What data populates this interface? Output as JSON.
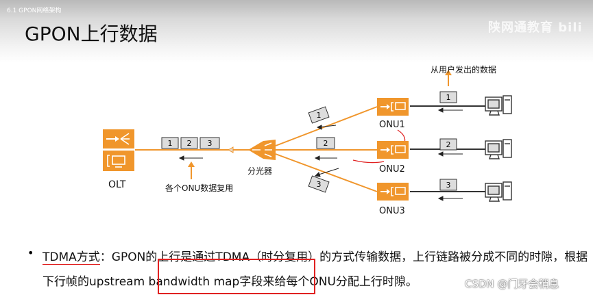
{
  "header": {
    "crumb": "6.1 GPON网络架构",
    "title": "GPON上行数据",
    "watermark": "陕网通教育 bili"
  },
  "diagram": {
    "olt_label": "OLT",
    "splitter_label": "分光器",
    "mux_label": "各个ONU数据复用",
    "user_data_label": "从用户发出的数据",
    "olt_frames": [
      "1",
      "2",
      "3"
    ],
    "onus": [
      {
        "label": "ONU1",
        "frame": "1"
      },
      {
        "label": "ONU2",
        "frame": "2"
      },
      {
        "label": "ONU3",
        "frame": "3"
      }
    ]
  },
  "bullet": {
    "term": "TDMA方式",
    "sep": "：",
    "text1": "GPON的上行是通过TDMA（时分复用）的方式传输数据，上行链路被分成不同的时隙，根据下行帧的",
    "highlight": "upstream bandwidth map",
    "text2": "字段来给每个ONU分配上行时隙。"
  },
  "watermark_bottom": "CSDN @门牙会稍息",
  "colors": {
    "orange": "#f0962c",
    "red": "#e02020",
    "gray": "#dddddd"
  }
}
